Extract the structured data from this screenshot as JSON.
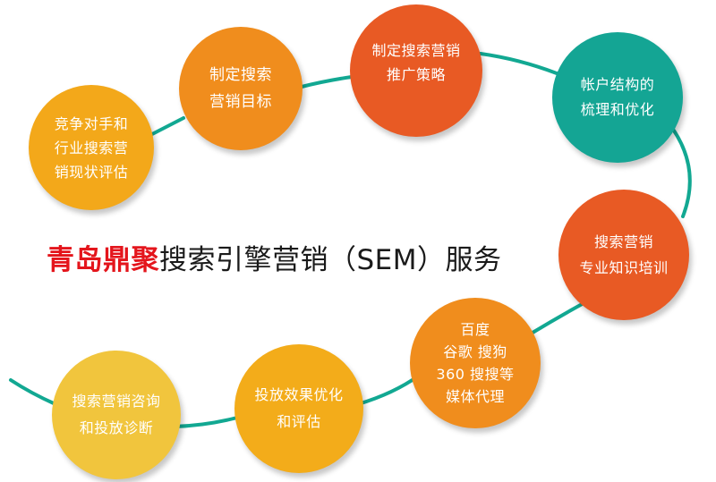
{
  "title": {
    "highlight": "青岛鼎聚",
    "rest": "搜索引擎营销（SEM）服务",
    "highlight_color": "#e4151c",
    "rest_color": "#1a1a1a"
  },
  "connector_color": "#12a892",
  "nodes": [
    {
      "lines": [
        "竞争对手和",
        "行业搜索营",
        "销现状评估"
      ],
      "color": "#f3a81a",
      "icon": "circle"
    },
    {
      "lines": [
        "制定搜索",
        "营销目标"
      ],
      "color": "#f08d1d",
      "icon": "circle"
    },
    {
      "lines": [
        "制定搜索营销",
        "推广策略"
      ],
      "color": "#e85a24",
      "icon": "circle"
    },
    {
      "lines": [
        "帐户结构的",
        "梳理和优化"
      ],
      "color": "#14a594",
      "icon": "circle"
    },
    {
      "lines": [
        "搜索营销",
        "专业知识培训"
      ],
      "color": "#e85a24",
      "icon": "circle"
    },
    {
      "lines": [
        "百度",
        "谷歌 搜狗",
        "360 搜搜等",
        "媒体代理"
      ],
      "color": "#f08d1d",
      "icon": "circle"
    },
    {
      "lines": [
        "投放效果优化",
        "和评估"
      ],
      "color": "#f3ac1a",
      "icon": "circle"
    },
    {
      "lines": [
        "搜索营销咨询",
        "和投放诊断"
      ],
      "color": "#f1c53d",
      "icon": "circle"
    }
  ]
}
